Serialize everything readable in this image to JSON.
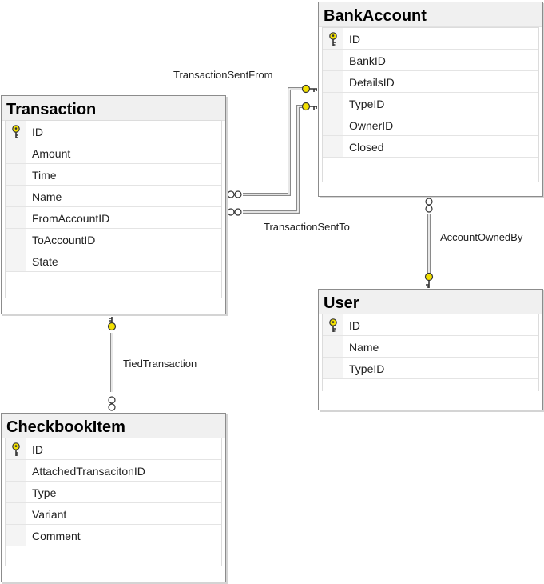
{
  "entities": {
    "bank_account": {
      "title": "BankAccount",
      "fields": [
        {
          "name": "ID",
          "key": true
        },
        {
          "name": "BankID",
          "key": false
        },
        {
          "name": "DetailsID",
          "key": false
        },
        {
          "name": "TypeID",
          "key": false
        },
        {
          "name": "OwnerID",
          "key": false
        },
        {
          "name": "Closed",
          "key": false
        }
      ]
    },
    "transaction": {
      "title": "Transaction",
      "fields": [
        {
          "name": "ID",
          "key": true
        },
        {
          "name": "Amount",
          "key": false
        },
        {
          "name": "Time",
          "key": false
        },
        {
          "name": "Name",
          "key": false
        },
        {
          "name": "FromAccountID",
          "key": false
        },
        {
          "name": "ToAccountID",
          "key": false
        },
        {
          "name": "State",
          "key": false
        }
      ]
    },
    "user": {
      "title": "User",
      "fields": [
        {
          "name": "ID",
          "key": true
        },
        {
          "name": "Name",
          "key": false
        },
        {
          "name": "TypeID",
          "key": false
        }
      ]
    },
    "checkbook_item": {
      "title": "CheckbookItem",
      "fields": [
        {
          "name": "ID",
          "key": true
        },
        {
          "name": "AttachedTransacitonID",
          "key": false
        },
        {
          "name": "Type",
          "key": false
        },
        {
          "name": "Variant",
          "key": false
        },
        {
          "name": "Comment",
          "key": false
        }
      ]
    }
  },
  "relationships": {
    "transaction_sent_from": "TransactionSentFrom",
    "transaction_sent_to": "TransactionSentTo",
    "account_owned_by": "AccountOwnedBy",
    "tied_transaction": "TiedTransaction"
  },
  "colors": {
    "key_icon": "#f2e000",
    "border": "#8c8c8c",
    "title_bg": "#f0f0f0"
  }
}
